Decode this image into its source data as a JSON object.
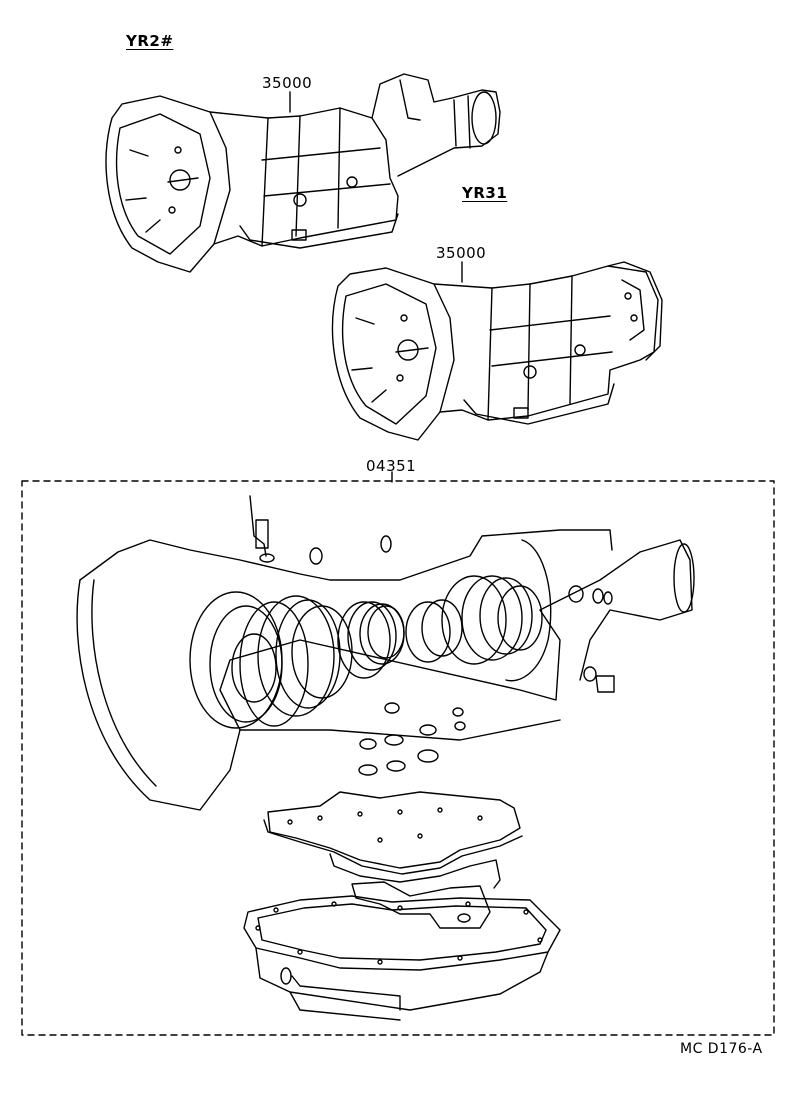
{
  "labels": {
    "model_a": "YR2#",
    "model_b": "YR31",
    "part_a": "35000",
    "part_b": "35000",
    "kit": "04351",
    "figure_code": "MC D176-A"
  }
}
